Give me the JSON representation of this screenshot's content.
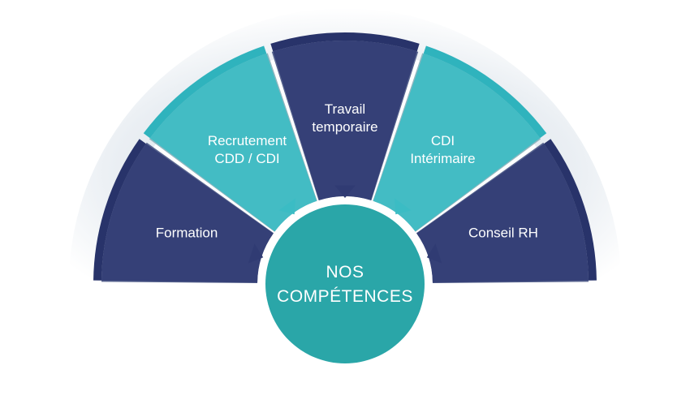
{
  "center": {
    "lines": [
      "NOS",
      "COMPÉTENCES"
    ],
    "color": "#2aa6a8"
  },
  "segments": [
    {
      "lines": [
        "Formation"
      ],
      "color": "#303b73",
      "photo": "meeting-photo"
    },
    {
      "lines": [
        "Recrutement",
        "CDD / CDI"
      ],
      "color": "#3bbcc4",
      "photo": "handshake-photo"
    },
    {
      "lines": [
        "Travail",
        "temporaire"
      ],
      "color": "#303b73",
      "photo": "business-people-photo"
    },
    {
      "lines": [
        "CDI",
        "Intérimaire"
      ],
      "color": "#3bbcc4",
      "photo": "contract-signing-photo"
    },
    {
      "lines": [
        "Conseil RH"
      ],
      "color": "#303b73",
      "photo": "consultant-photo"
    }
  ],
  "colors": {
    "navy": "#303b73",
    "teal": "#3bbcc4",
    "center": "#2aa6a8",
    "rim_dark": "#28336a",
    "rim_light": "#2fb3bd"
  }
}
